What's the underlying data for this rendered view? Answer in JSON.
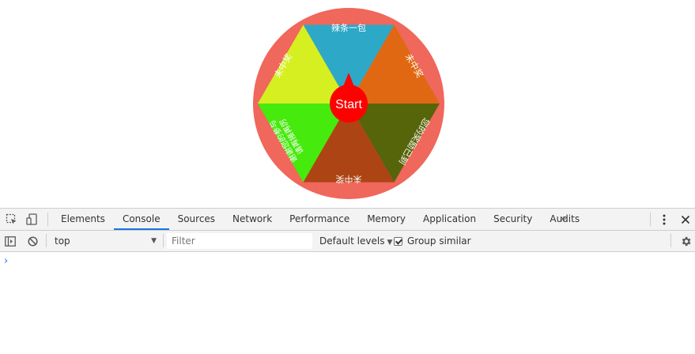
{
  "wheel": {
    "colors": {
      "rim": "#f0675b",
      "pointer": "#ff0000",
      "segment_label": "#ffffff"
    },
    "start_label": "Start",
    "segments": [
      {
        "label": "辣条一包",
        "color": "#2ea8c7"
      },
      {
        "label": "未中奖",
        "color": "#e06812"
      },
      {
        "label": "您的奖励已到",
        "color": "#566509"
      },
      {
        "label": "未中奖",
        "color": "#ad4414"
      },
      {
        "label": "谢谢您的参与请再接再厉",
        "color": "#46ea0c"
      },
      {
        "label": "未中奖",
        "color": "#d5ef21"
      }
    ]
  },
  "devtools": {
    "accent": "#1a73e8",
    "icons": {
      "inspect": "inspect-element-icon",
      "device": "device-toolbar-icon",
      "more_tabs": "double-chevron-right-icon",
      "menu": "vertical-dots-icon",
      "close": "close-icon",
      "sidebar": "console-sidebar-icon",
      "clear": "clear-console-icon",
      "settings": "gear-icon"
    },
    "tabs": [
      {
        "label": "Elements"
      },
      {
        "label": "Console"
      },
      {
        "label": "Sources"
      },
      {
        "label": "Network"
      },
      {
        "label": "Performance"
      },
      {
        "label": "Memory"
      },
      {
        "label": "Application"
      },
      {
        "label": "Security"
      },
      {
        "label": "Audits"
      }
    ],
    "active_tab": "Console",
    "more_glyph": "»",
    "console": {
      "context": "top",
      "filter_placeholder": "Filter",
      "levels_label": "Default levels",
      "group_similar_label": "Group similar",
      "group_similar_checked": true,
      "prompt_glyph": "›"
    }
  }
}
